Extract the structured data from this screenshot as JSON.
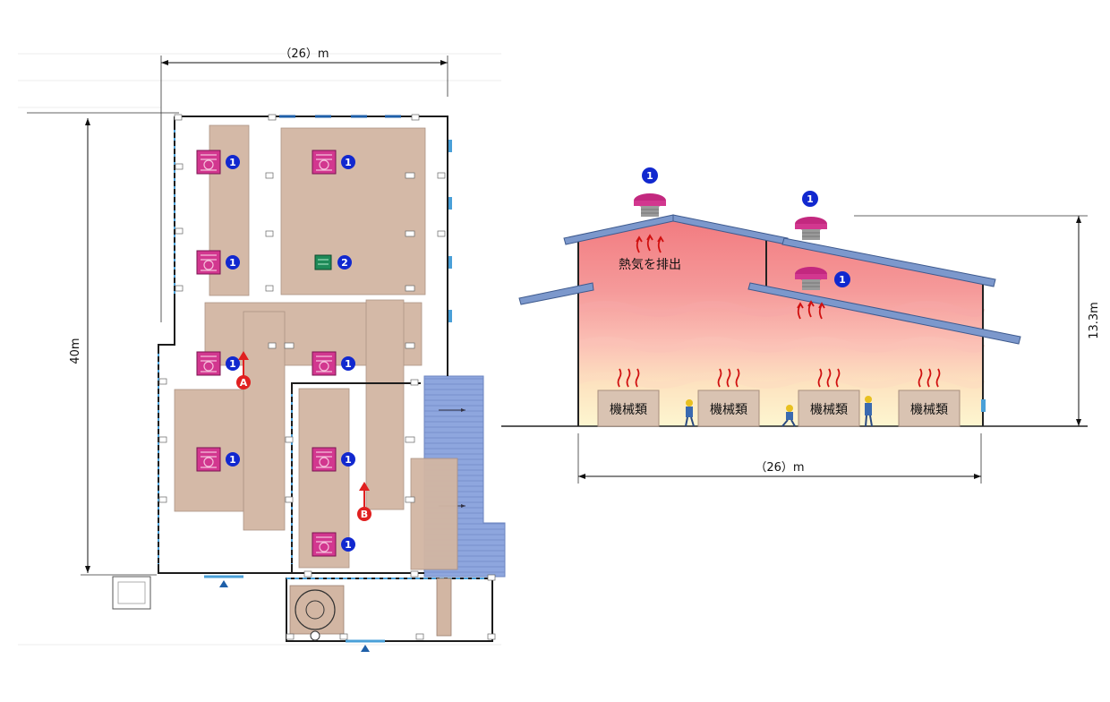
{
  "plan": {
    "width_label": "（26）m",
    "depth_label": "40m",
    "fan_number": "1",
    "fan2_number": "2",
    "marker_a": "A",
    "marker_b": "B"
  },
  "section": {
    "width_label": "（26）m",
    "height_label": "13.3m",
    "heat_label": "熱気を排出",
    "fan_number": "1",
    "machine_label": "機械類"
  },
  "colors": {
    "floor_zone": "#d2b6a3",
    "wall": "#222222",
    "fan_magenta": "#d2378f",
    "badge_blue": "#1128cf",
    "marker_red": "#e02020",
    "vent_blue": "#4aa0d8",
    "canopy_blue": "#8ea6de",
    "roof_blue": "#7c98cc",
    "heat_top": "#f27b80",
    "heat_mid": "#fbc0b5",
    "heat_bottom": "#fdf2c8"
  }
}
